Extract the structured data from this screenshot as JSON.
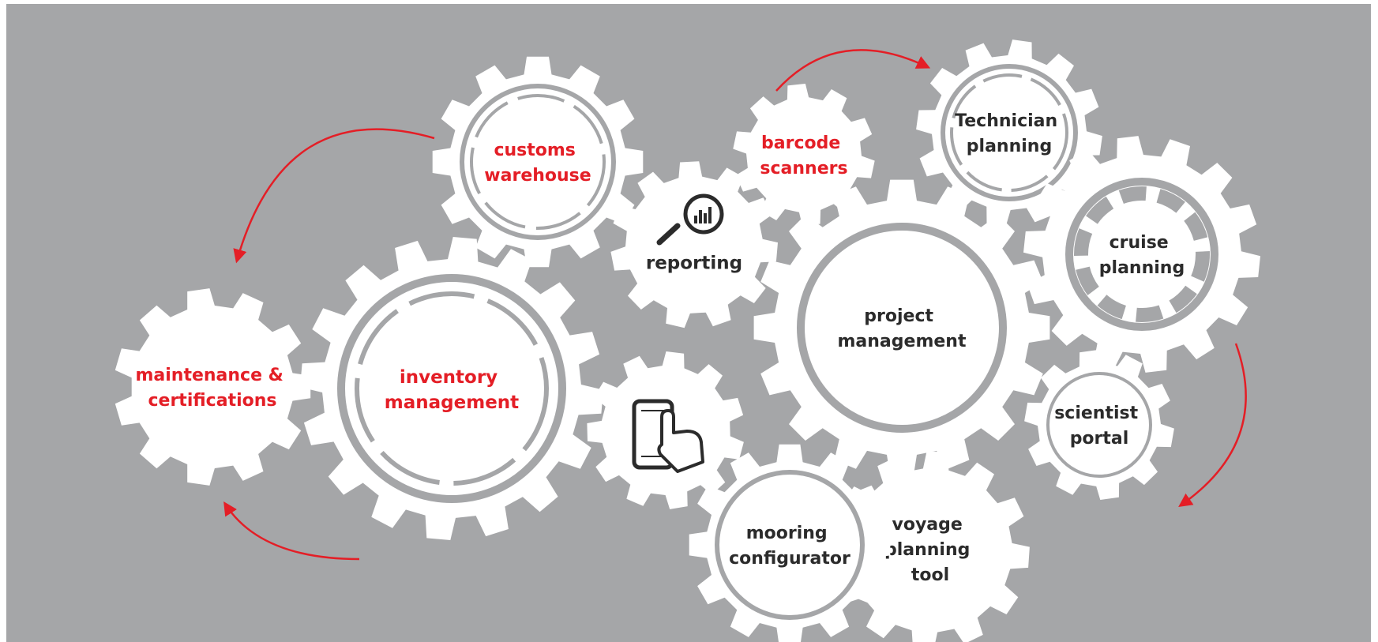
{
  "colors": {
    "background": "#a5a6a8",
    "gear": "#ffffff",
    "ring": "#a5a6a8",
    "red": "#e41e26",
    "dark": "#2b2b2b"
  },
  "gears": {
    "customs": {
      "line1": "customs",
      "line2": "warehouse",
      "color": "red"
    },
    "barcode": {
      "line1": "barcode",
      "line2": "scanners",
      "color": "red"
    },
    "technician": {
      "line1": "Technician",
      "line2": "planning",
      "color": "dark"
    },
    "reporting": {
      "label": "reporting",
      "icon": "magnifier-chart-icon",
      "color": "dark"
    },
    "project": {
      "line1": "project",
      "line2": "management",
      "color": "dark"
    },
    "cruise": {
      "line1": "cruise",
      "line2": "planning",
      "color": "dark"
    },
    "maintenance": {
      "line1": "maintenance &",
      "line2": "certifications",
      "color": "red"
    },
    "inventory": {
      "line1": "inventory",
      "line2": "management",
      "color": "red"
    },
    "mobile": {
      "icon": "touch-phone-icon"
    },
    "scientist": {
      "line1": "scientist",
      "line2": "portal",
      "color": "dark"
    },
    "mooring": {
      "line1": "mooring",
      "line2": "configurator",
      "color": "dark"
    },
    "voyage": {
      "line1": "voyage",
      "line2": "planning",
      "line3": "tool",
      "color": "dark"
    }
  }
}
